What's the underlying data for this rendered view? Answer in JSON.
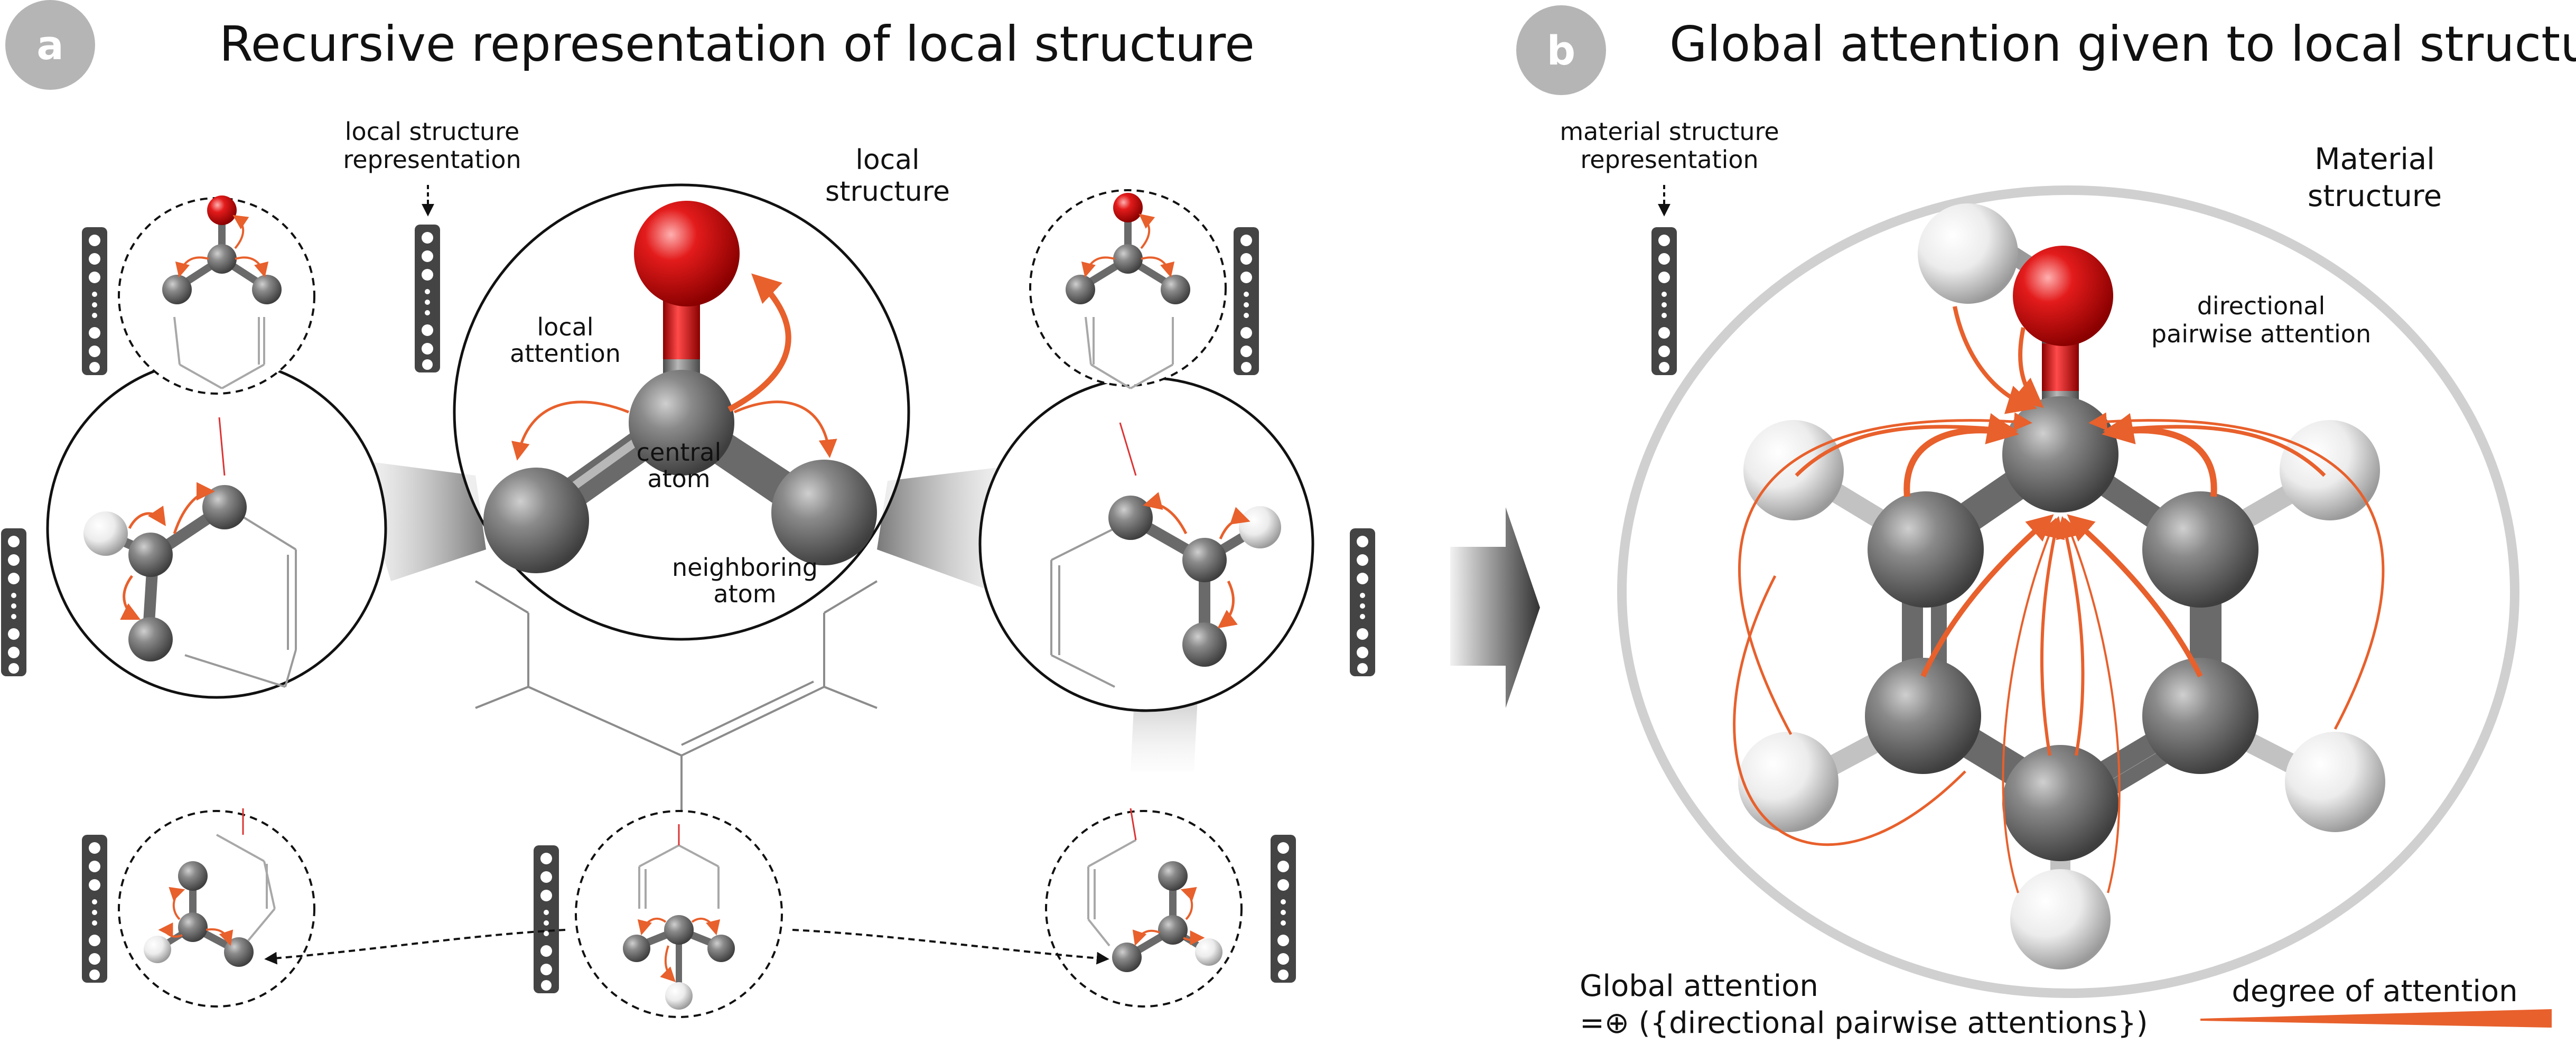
{
  "panel_a": {
    "badge": "a",
    "title": "Recursive representation of local structure",
    "vector_label_line1": "local structure",
    "vector_label_line2": "representation",
    "local_structure_line1": "local",
    "local_structure_line2": "structure",
    "local_attention_line1": "local",
    "local_attention_line2": "attention",
    "central_atom_line1": "central",
    "central_atom_line2": "atom",
    "neighboring_atom_line1": "neighboring",
    "neighboring_atom_line2": "atom"
  },
  "panel_b": {
    "badge": "b",
    "title": "Global attention given to local structure",
    "vector_label_line1": "material structure",
    "vector_label_line2": "representation",
    "material_structure_line1": "Material",
    "material_structure_line2": "structure",
    "directional_line1": "directional",
    "directional_line2": "pairwise attention",
    "global_attention_line1": "Global attention",
    "global_attention_line2": "=⊕ ({directional pairwise attentions})",
    "degree_label": "degree of attention"
  },
  "colors": {
    "attention": "#e8602c",
    "carbon": "#6b6b6b",
    "oxygen": "#e01b1b",
    "hydrogen": "#e6e6e6",
    "badge": "#b5b5b5"
  }
}
